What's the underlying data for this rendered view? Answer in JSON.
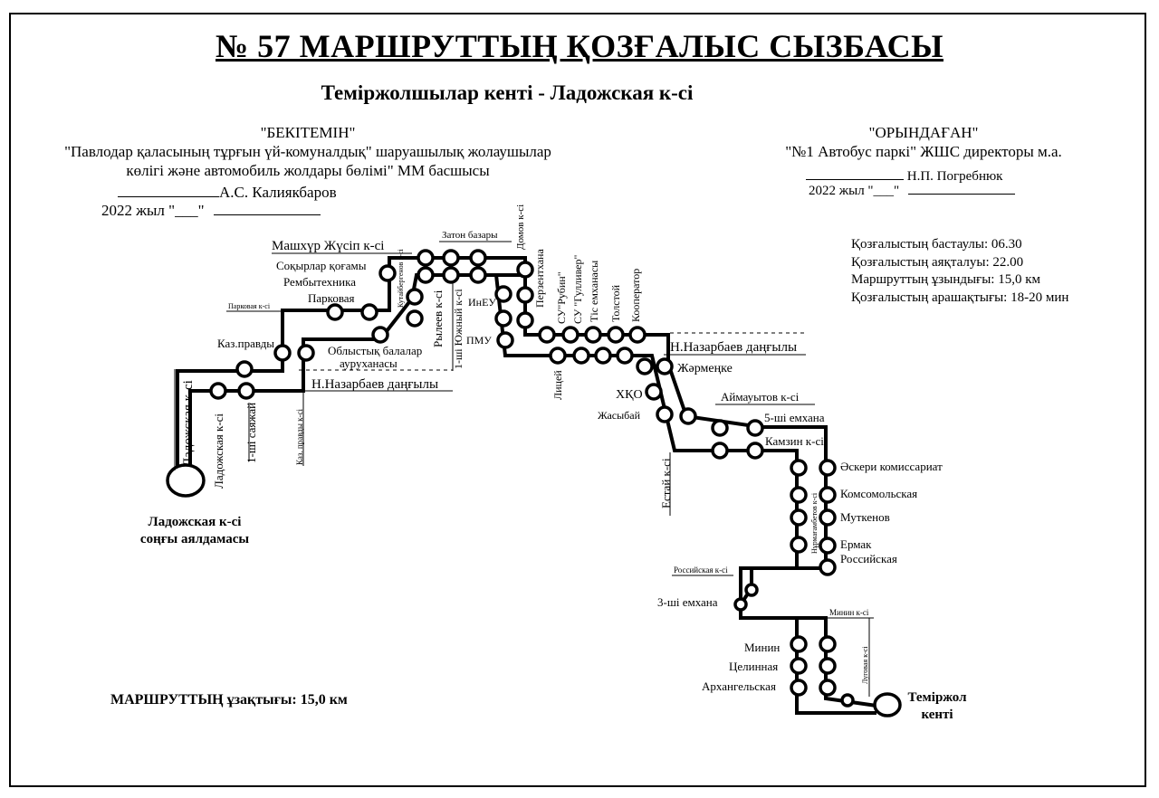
{
  "title": "№ 57 МАРШРУТТЫҢ ҚОЗҒАЛЫС СЫЗБАСЫ",
  "subtitle": "Теміржолшылар кенті - Ладожская к-сі",
  "approved": {
    "header": "\"БЕКІТЕМІН\"",
    "line1": "\"Павлодар қаласының тұрғын үй-комуналдық\" шаруашылық жолаушылар",
    "line2": "көлігі және автомобиль жолдары бөлімі\" ММ басшысы",
    "signer": "А.С. Калиякбаров",
    "date": "2022 жыл \"___\""
  },
  "executed": {
    "header": "\"ОРЫНДАҒАН\"",
    "line1": "\"№1 Автобус паркі\" ЖШС директоры м.а.",
    "signer": "Н.П. Погребнюк",
    "date": "2022 жыл \"___\""
  },
  "stats": {
    "start": "Қозғалыстың бастаулы: 06.30",
    "end": "Қозғалыстың аяқталуы: 22.00",
    "length": "Маршруттың ұзындығы: 15,0 км",
    "interval": "Қозғалыстың арашақтығы: 18-20 мин"
  },
  "duration_text": "МАРШРУТТЫҢ ұзақтығы: 15,0 км",
  "terminal_left": {
    "line1": "Ладожская к-сі",
    "line2": "соңғы аялдамасы"
  },
  "terminal_right": {
    "line1": "Теміржол",
    "line2": "кенті"
  },
  "streets": {
    "mashhur": "Машхүр Жүсіп  к-сі",
    "zaton": "Затон базары",
    "domov": "Домов к-сі",
    "parkovaya": "Парковая к-сі",
    "nazarbaev_left": "Н.Назарбаев даңғылы",
    "nazarbaev_right": "Н.Назарбаев даңғылы",
    "ladozhskaya_main": "Ладожская к-сі",
    "ladozhskaya_2": "Ладожская к-сі",
    "saiajai": "1-ші саяжай",
    "kazpravdy_street": "Каз. правды к-сі",
    "kutuzova": "Кутайбергенов к-сі",
    "ryleev": "Рылеев к-сі",
    "yuzhny": "1-ші Южный к-сі",
    "aimautov": "Аймауытов к-сі",
    "kamzin": "Камзин к-сі",
    "estai": "Естай к-сі",
    "nurmagambetov": "Нұрмағамбетов к-сі",
    "rossiyskaya_street": "Российская к-сі",
    "minin_street": "Минин к-сі",
    "lugovaya": "Луговая к-сі"
  },
  "stops": {
    "sokyrlar": "Соқырлар қоғамы",
    "rembytechnika": "Рембытехника",
    "parkovaya": "Парковая",
    "kazpravdy": "Каз.правды",
    "hospital_line1": "Облыстық балалар",
    "hospital_line2": "ауруханасы",
    "ineu": "ИнЕУ",
    "pmu": "ПМУ",
    "perzenthana": "Перзентхана",
    "rubin": "СУ\"Рубин\"",
    "gulliver": "СУ \"Гулливер\"",
    "dental": "Тіс емханасы",
    "tolstoy": "Толстой",
    "kooperator": "Кооператор",
    "lyceum": "Лицей",
    "zharmenke": "Жәрмеңке",
    "hko": "ХҚО",
    "zhasybai": "Жасыбай",
    "emhana5": "5-ші емхана",
    "military": "Әскери комиссариат",
    "komsomol": "Комсомольская",
    "muksenov": "Муткенов",
    "ermak": "Ермак",
    "rossiyskaya": "Российская",
    "emhana3": "3-ші емхана",
    "minin": "Минин",
    "tselinnaya": "Целинная",
    "arhangelskaya": "Архангельская"
  }
}
